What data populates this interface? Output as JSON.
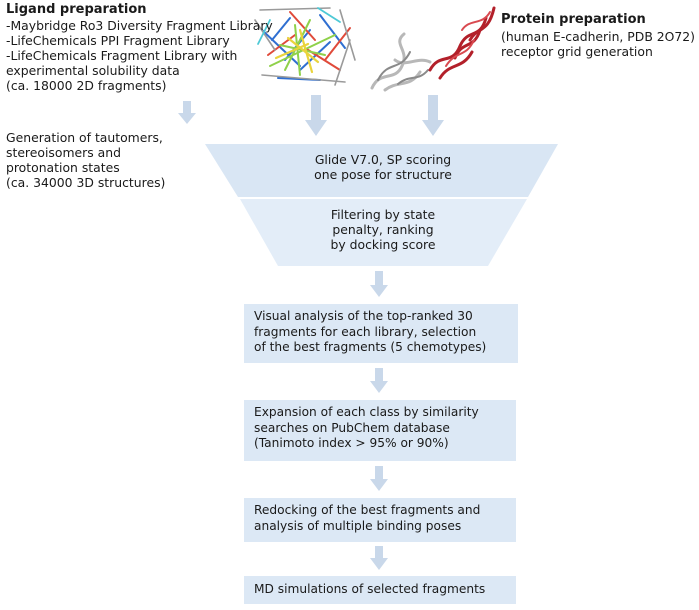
{
  "colors": {
    "box_fill": "#dce8f5",
    "funnel_top": "#d9e6f4",
    "funnel_bottom": "#e3edf8",
    "arrow": "#c9d8ea",
    "text": "#1a1a1a",
    "protein_red": "#b3202a",
    "protein_gray": "#9a9a9a"
  },
  "ligand_preparation": {
    "heading": "Ligand preparation",
    "lines": [
      "-Maybridge Ro3 Diversity Fragment Library",
      "-LifeChemicals PPI Fragment Library",
      "-LifeChemicals Fragment Library with",
      "experimental solubility data",
      "(ca. 18000 2D fragments)"
    ]
  },
  "generation": {
    "lines": [
      "Generation of tautomers,",
      "stereoisomers and",
      "protonation states",
      "(ca. 34000 3D structures)"
    ]
  },
  "protein_preparation": {
    "heading": "Protein preparation",
    "lines": [
      "(human E-cadherin, PDB 2O72)",
      "receptor grid generation"
    ]
  },
  "funnel": {
    "top_lines": [
      "Glide V7.0, SP scoring",
      "one pose for structure"
    ],
    "bottom_lines": [
      "Filtering by state",
      "penalty, ranking",
      "by docking score"
    ]
  },
  "steps": [
    {
      "lines": [
        "Visual analysis of the top-ranked 30",
        "fragments for each library, selection",
        "of the best fragments (5 chemotypes)"
      ]
    },
    {
      "lines": [
        "Expansion of each class by similarity",
        "searches on PubChem database",
        "(Tanimoto index > 95% or 90%)"
      ]
    },
    {
      "lines": [
        "Redocking of the best fragments and",
        "analysis of multiple binding poses"
      ]
    },
    {
      "lines": [
        "MD simulations of selected fragments"
      ]
    }
  ],
  "images": {
    "ligand": "ligand-3d-structure",
    "protein": "protein-ribbon-structure"
  }
}
